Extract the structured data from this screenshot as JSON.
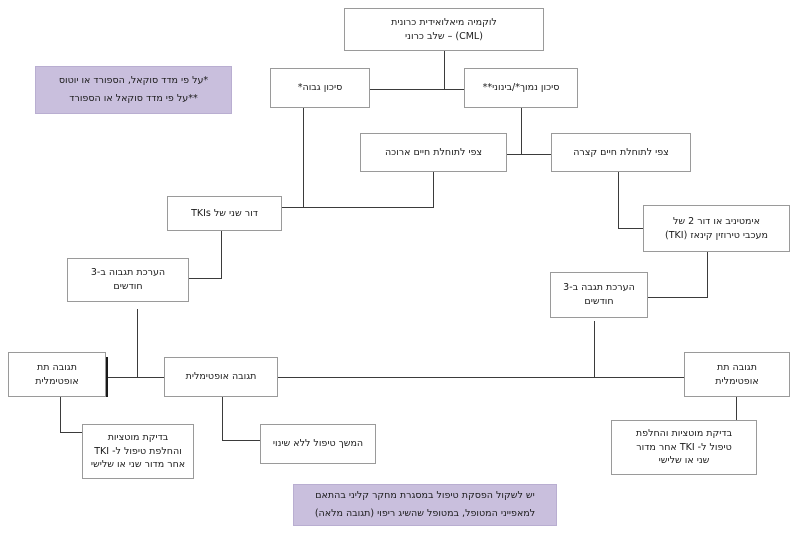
{
  "diagram": {
    "title": "CML treatment algorithm flowchart",
    "language": "he",
    "accent_note_color": "#c9bfdd",
    "box_border_color": "#9a9a9a",
    "line_color": "#3b3b3b"
  },
  "nodes": {
    "root": "לוקמיה מיאלואידית כרונית\n(CML) – שלב כרוני",
    "high_risk": "סיכון גבוה*",
    "low_risk": "סיכון נמוך*/בינוני**",
    "long_life": "צפי לתוחלת חיים ארוכה",
    "short_life": "צפי לתוחלת חיים קצרה",
    "second_gen_tki": "דור שני של TKIs",
    "imatinib_or_2nd_gen": "אימטיניב או דור 2 של\nמעכבי טירוזין קינאז (TKI)",
    "assess_left": "הערכת תגבוה ב-3\nחודשים",
    "assess_right": "הערכת תגבה ב-3\nחודשים",
    "suboptimal_left": "תגובה תת\nאופטימלית",
    "optimal_left": "תגובה אופטימלית",
    "suboptimal_right": "תגובה תת\nאופטימלית",
    "mutation_left": "בדיקת מוטציות\nוהחלפת טיפול ל- TKI\nאחר מדור שני או שלישי",
    "continue_same": "המשך טיפול ללא שינוי",
    "mutation_right": "בדיקת מוטציות והחלפת\nטיפול ל- TKI אחר מדור\nשני או שלישי"
  },
  "notes": {
    "legend": "*על פי מדד סוקאל, הספורד או יוטוס\n**על פי מדד סוקאל או הספורד",
    "footer": "יש לשקול הפסקת טיפול במסגרת מחקר קליני בהתאם\nלמאפייני המטופל, במטופל שהשיג ריפוי (תגובה מלאה)"
  }
}
